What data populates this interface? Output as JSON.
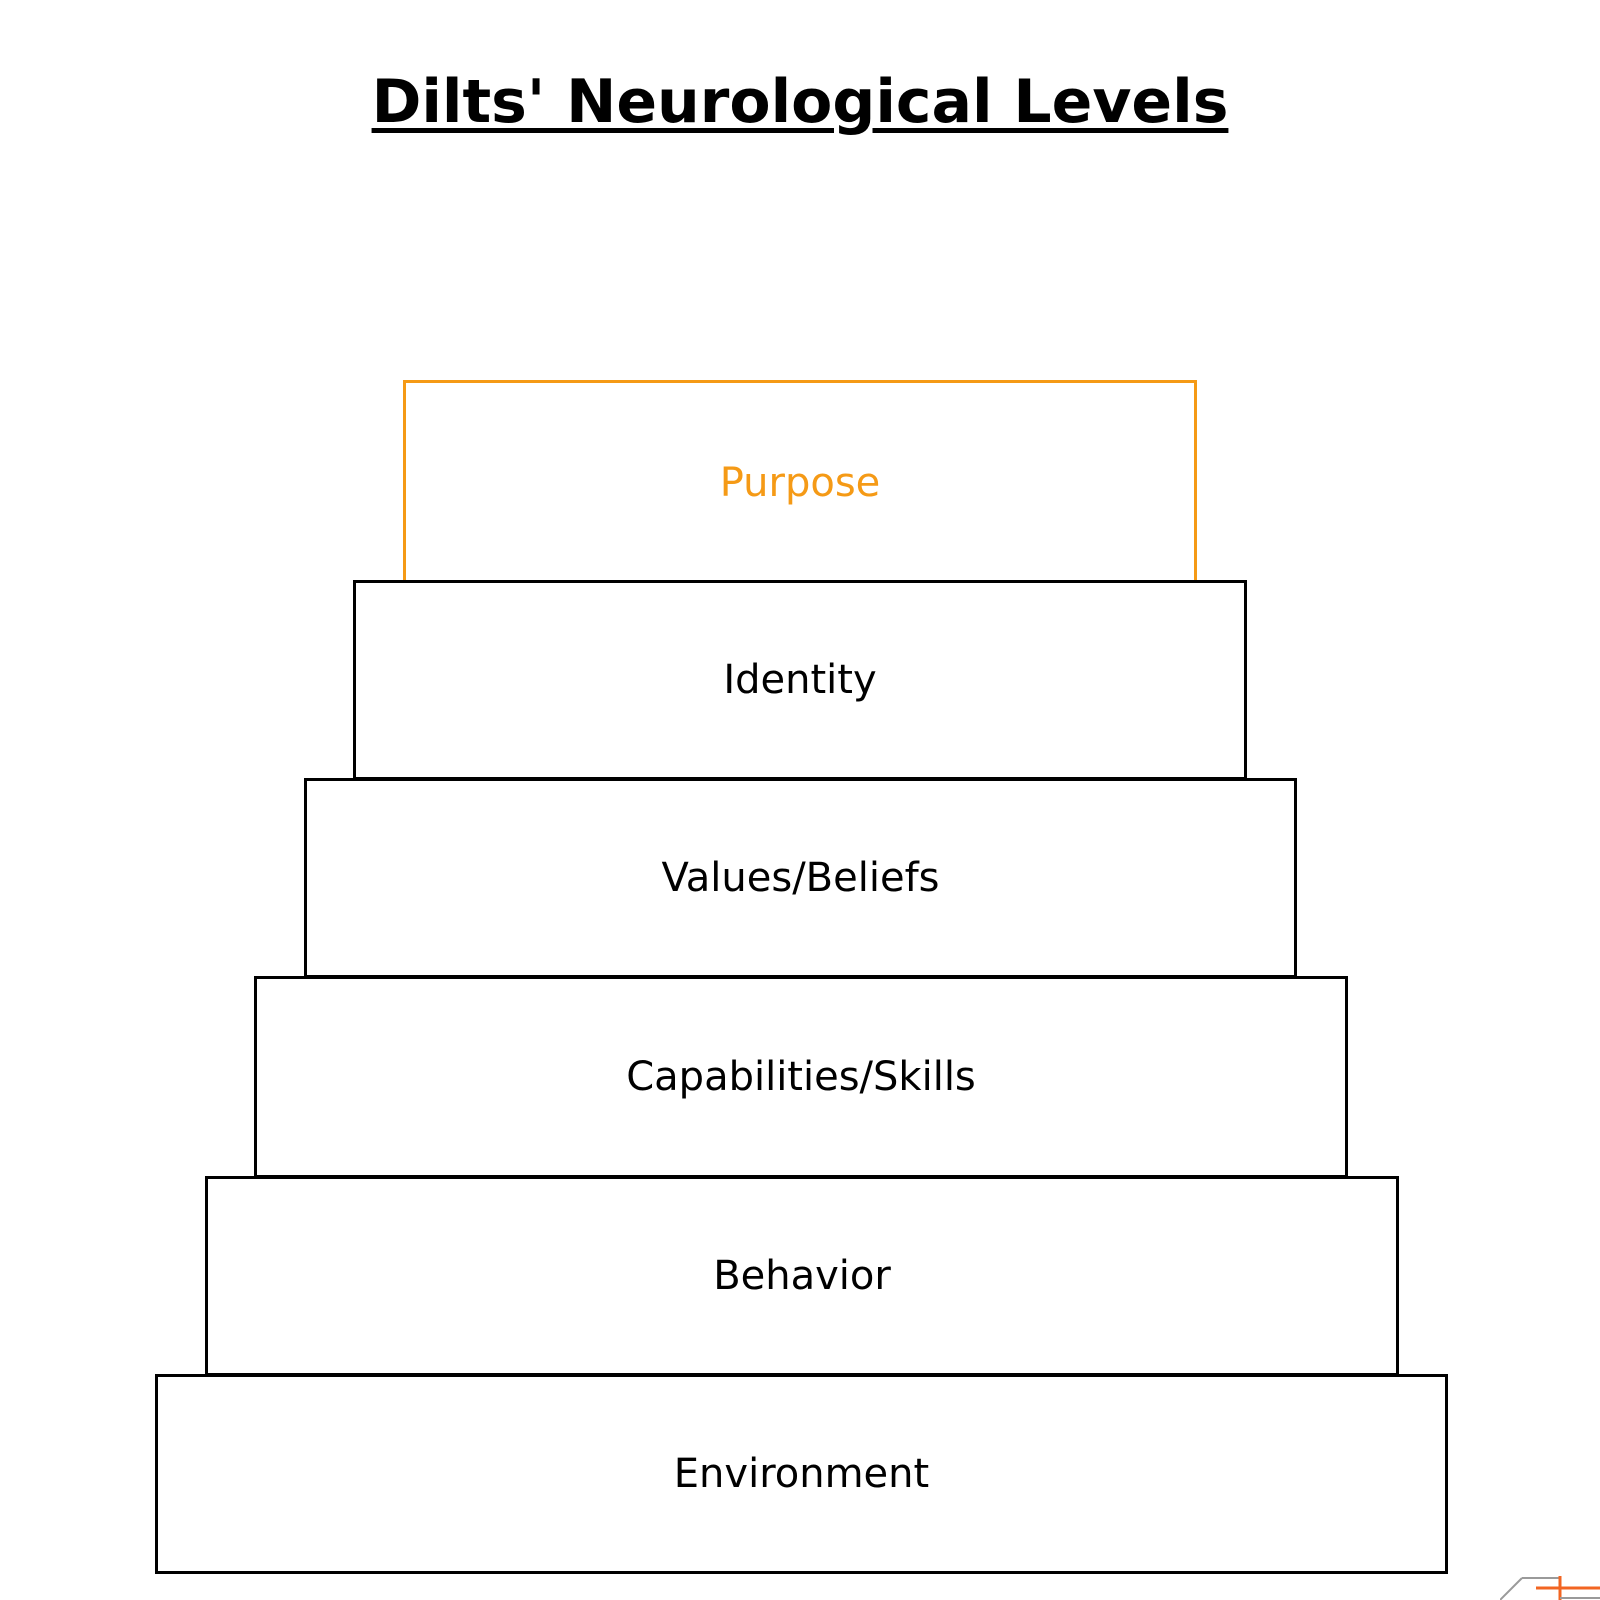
{
  "title": "Dilts' Neurological Levels",
  "levels": [
    {
      "label": "Purpose",
      "color": "#f59a16"
    },
    {
      "label": "Identity",
      "color": "#000000"
    },
    {
      "label": "Values/Beliefs",
      "color": "#000000"
    },
    {
      "label": "Capabilities/Skills",
      "color": "#000000"
    },
    {
      "label": "Behavior",
      "color": "#000000"
    },
    {
      "label": "Environment",
      "color": "#000000"
    }
  ],
  "colors": {
    "highlight": "#f59a16",
    "outline": "#000000",
    "logo_gray": "#9a9a9a",
    "logo_orange": "#f26522"
  },
  "logo_icon": "ae-logo-icon"
}
